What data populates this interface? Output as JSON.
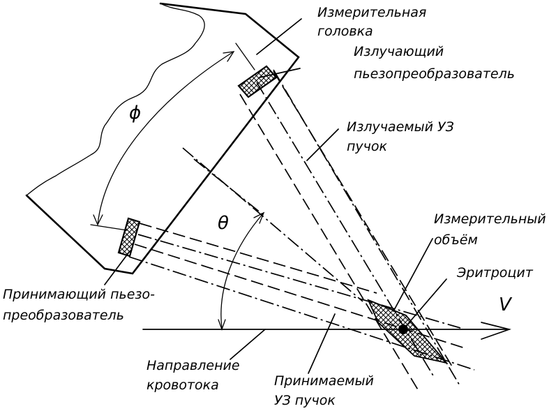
{
  "labels": {
    "measuring_head": [
      "Измерительная",
      "головка"
    ],
    "emitting_transducer": [
      "Излучающий",
      "пьезопреобразователь"
    ],
    "emitted_beam": [
      "Излучаемый УЗ",
      "пучок"
    ],
    "measuring_volume": [
      "Измерительный",
      "объём"
    ],
    "erythrocyte": [
      "Эритроцит"
    ],
    "velocity": "V",
    "receiving_transducer": [
      "Принимающий пьезо-",
      "преобразователь"
    ],
    "blood_flow_direction": [
      "Направление",
      "кровотока"
    ],
    "received_beam": [
      "Принимаемый",
      "УЗ пучок"
    ],
    "angle_phi": "ϕ",
    "angle_theta": "θ"
  }
}
